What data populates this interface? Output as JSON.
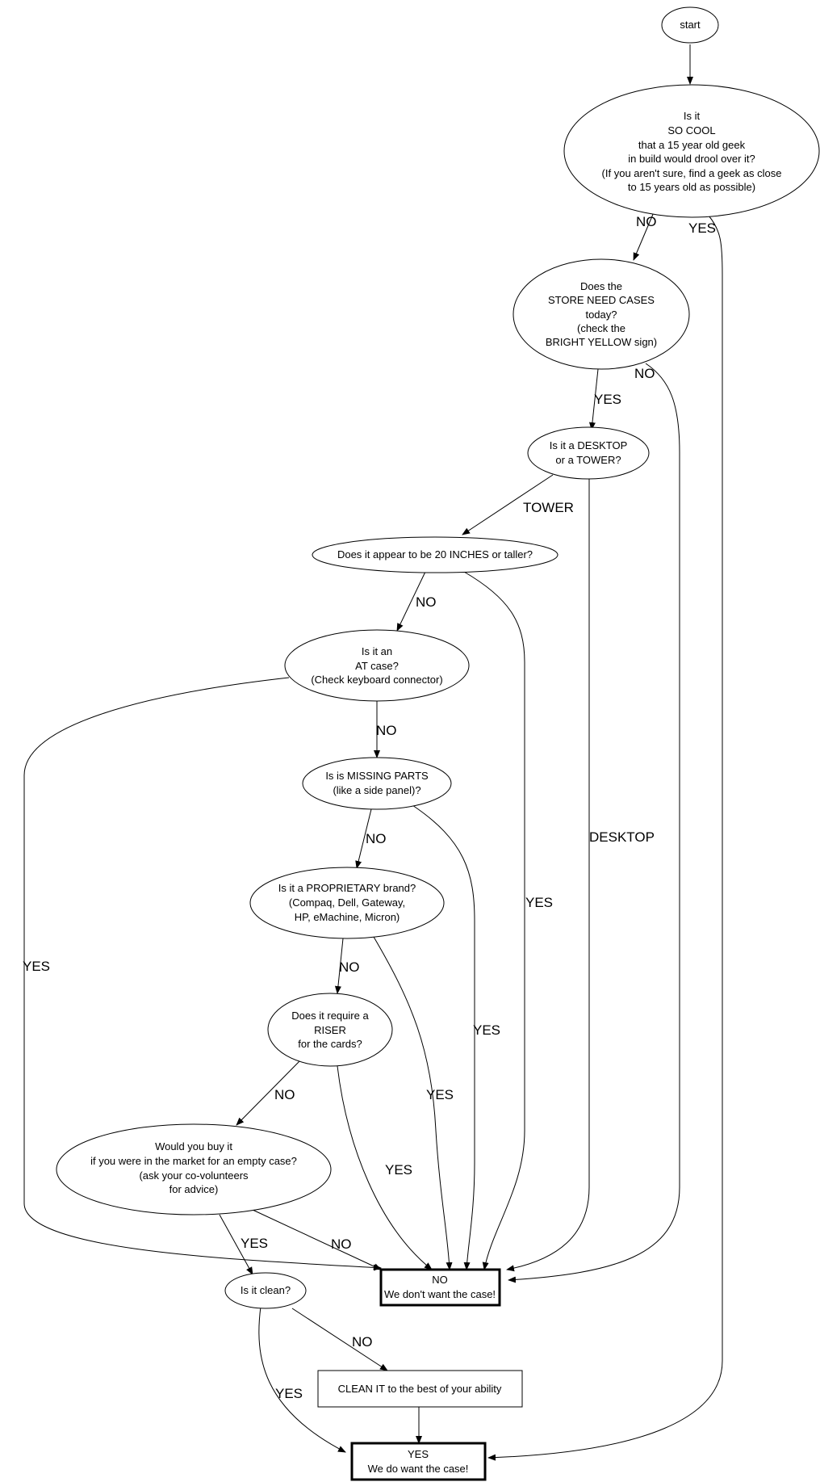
{
  "nodes": {
    "start": {
      "lines": [
        "start"
      ]
    },
    "so_cool": {
      "lines": [
        "Is it",
        "SO COOL",
        "that a 15 year old geek",
        "in build would drool over it?",
        "(If you aren't sure, find a geek as close",
        "to 15 years old as possible)"
      ]
    },
    "store_need": {
      "lines": [
        "Does the",
        "STORE NEED CASES",
        "today?",
        "(check the",
        "BRIGHT YELLOW sign)"
      ]
    },
    "desktop_tower": {
      "lines": [
        "Is it a DESKTOP",
        "or a TOWER?"
      ]
    },
    "twenty_inches": {
      "lines": [
        "Does it appear to be 20 INCHES or taller?"
      ]
    },
    "at_case": {
      "lines": [
        "Is it an",
        "AT case?",
        "(Check keyboard connector)"
      ]
    },
    "missing_parts": {
      "lines": [
        "Is is MISSING PARTS",
        "(like a side panel)?"
      ]
    },
    "proprietary": {
      "lines": [
        "Is it a PROPRIETARY brand?",
        "(Compaq, Dell, Gateway,",
        "HP, eMachine, Micron)"
      ]
    },
    "riser": {
      "lines": [
        "Does it require a",
        "RISER",
        "for the cards?"
      ]
    },
    "buy": {
      "lines": [
        "Would you buy it",
        "if you were in the market for an empty case?",
        "(ask your co-volunteers",
        "for advice)"
      ]
    },
    "no_want": {
      "lines": [
        "NO",
        "We don't want the case!"
      ]
    },
    "clean": {
      "lines": [
        "Is it clean?"
      ]
    },
    "clean_it": {
      "lines": [
        "CLEAN IT to the best of your ability"
      ]
    },
    "yes_want": {
      "lines": [
        "YES",
        "We do want the case!"
      ]
    }
  },
  "edges": [
    {
      "id": "start-socool",
      "label": ""
    },
    {
      "id": "socool-store",
      "label": "NO"
    },
    {
      "id": "socool-yes",
      "label": "YES"
    },
    {
      "id": "store-desktop",
      "label": "YES"
    },
    {
      "id": "store-no",
      "label": "NO"
    },
    {
      "id": "desktop-twenty",
      "label": "TOWER"
    },
    {
      "id": "desktop-no",
      "label": "DESKTOP"
    },
    {
      "id": "twenty-at",
      "label": "NO"
    },
    {
      "id": "twenty-no",
      "label": "YES"
    },
    {
      "id": "at-missing",
      "label": "NO"
    },
    {
      "id": "at-no",
      "label": "YES"
    },
    {
      "id": "missing-prop",
      "label": "NO"
    },
    {
      "id": "missing-no",
      "label": "YES"
    },
    {
      "id": "prop-riser",
      "label": "NO"
    },
    {
      "id": "prop-no",
      "label": "YES"
    },
    {
      "id": "riser-buy",
      "label": "NO"
    },
    {
      "id": "riser-no",
      "label": "YES"
    },
    {
      "id": "buy-clean",
      "label": "YES"
    },
    {
      "id": "buy-no",
      "label": "NO"
    },
    {
      "id": "clean-cleanit",
      "label": "NO"
    },
    {
      "id": "clean-yes",
      "label": "YES"
    },
    {
      "id": "cleanit-yes",
      "label": ""
    }
  ]
}
